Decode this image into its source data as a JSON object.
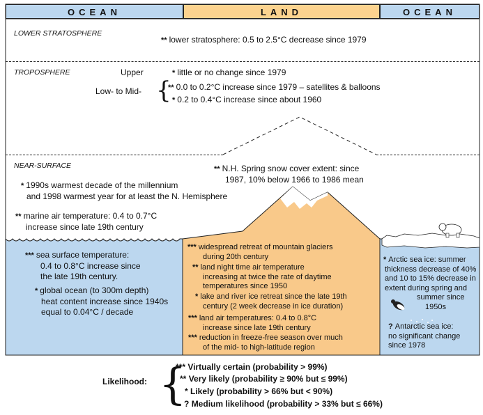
{
  "header": {
    "ocean_left": "OCEAN",
    "land": "LAND",
    "ocean_right": "OCEAN"
  },
  "sections": {
    "lower_stratosphere": {
      "title": "LOWER STRATOSPHERE",
      "stars": "**",
      "text": "lower stratosphere: 0.5 to 2.5°C decrease since 1979"
    },
    "troposphere": {
      "title": "TROPOSPHERE",
      "upper_label": "Upper",
      "upper_stars": "*",
      "upper_text": "little or no change since 1979",
      "lowmid_label": "Low- to Mid-",
      "lowmid_1_stars": "**",
      "lowmid_1_text": "0.0 to 0.2°C increase since 1979 – satellites & balloons",
      "lowmid_2_stars": "*",
      "lowmid_2_text": "0.2 to 0.4°C increase since about 1960"
    },
    "near_surface": {
      "title": "NEAR-SURFACE",
      "snow_stars": "**",
      "snow_l1": "N.H. Spring snow cover extent: since",
      "snow_l2": "1987, 10% below 1966 to 1986 mean",
      "decade_stars": "*",
      "decade_l1": "1990s warmest decade of the millennium",
      "decade_l2": "and 1998 warmest year for at least the N. Hemisphere",
      "marine_stars": "**",
      "marine_l1": "marine air temperature: 0.4 to 0.7°C",
      "marine_l2": "increase since late 19th century"
    },
    "ocean_left": {
      "sst_stars": "***",
      "sst_l1": "sea surface temperature:",
      "sst_l2": "0.4 to 0.8°C increase since",
      "sst_l3": "the late 19th century.",
      "heat_stars": "*",
      "heat_l1": "global ocean (to 300m depth)",
      "heat_l2": "heat content increase since 1940s",
      "heat_l3": "equal to 0.04°C / decade"
    },
    "land": {
      "glacier_stars": "***",
      "glacier_l1": "widespread retreat of mountain glaciers",
      "glacier_l2": "during 20th century",
      "night_stars": "**",
      "night_l1": "land night time air temperature",
      "night_l2": "increasing at twice the rate of daytime",
      "night_l3": "temperatures since 1950",
      "ice_stars": "*",
      "ice_l1": "lake and river ice retreat since the late 19th",
      "ice_l2": "century (2 week decrease in ice duration)",
      "air_stars": "***",
      "air_l1": "land air temperatures: 0.4 to 0.8°C",
      "air_l2": "increase since late 19th century",
      "frost_stars": "***",
      "frost_l1": "reduction in freeze-free season over much",
      "frost_l2": "of the mid- to high-latitude region"
    },
    "ocean_right": {
      "arctic_stars": "*",
      "arctic_l1": "Arctic sea ice: summer",
      "arctic_l2": "thickness decrease of 40%",
      "arctic_l3": "and 10 to 15% decrease in",
      "arctic_l4": "extent during spring and",
      "arctic_l5": "summer since",
      "arctic_l6": "1950s",
      "antarctic_stars": "?",
      "antarctic_l1": "Antarctic sea ice:",
      "antarctic_l2": "no significant change",
      "antarctic_l3": "since 1978"
    }
  },
  "legend": {
    "title": "Likelihood:",
    "items": [
      {
        "stars": "***",
        "label": "Virtually certain  (probability > 99%)"
      },
      {
        "stars": "**",
        "label": "Very likely  (probability ≥ 90% but ≤ 99%)"
      },
      {
        "stars": "*",
        "label": "Likely  (probability > 66% but < 90%)"
      },
      {
        "stars": "?",
        "label": "Medium likelihood (probability > 33% but ≤ 66%)"
      }
    ]
  },
  "colors": {
    "land": "#fcd38f",
    "ocean": "#bcd7ef",
    "mountain": "#f9c98a",
    "snow": "#ffffff"
  }
}
